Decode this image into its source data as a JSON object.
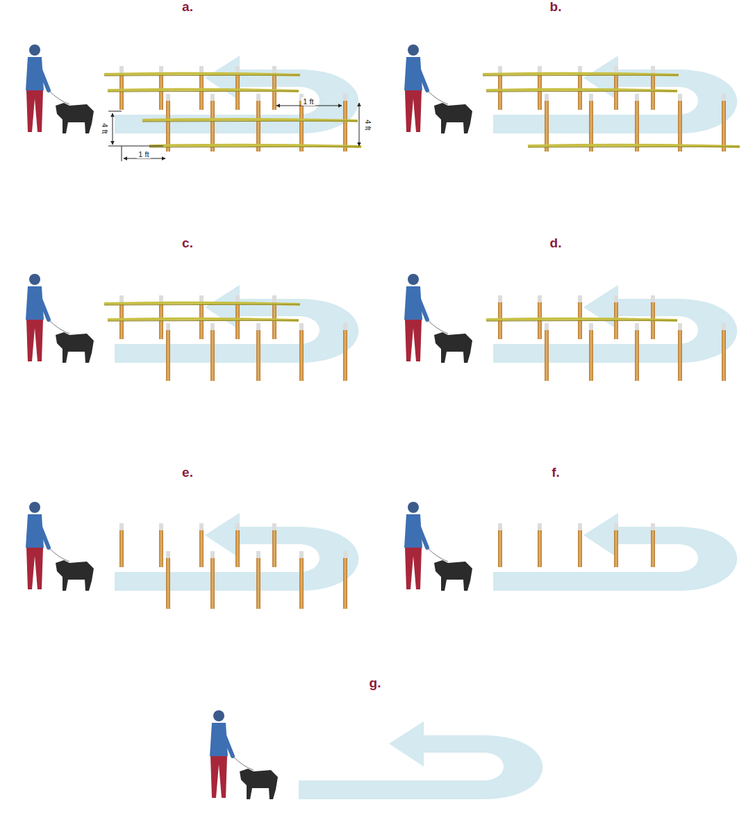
{
  "diagram": {
    "labels": [
      "a.",
      "b.",
      "c.",
      "d.",
      "e.",
      "f.",
      "g.",
      "1 ft",
      "1 ft",
      "4 ft",
      "4 ft"
    ]
  }
}
